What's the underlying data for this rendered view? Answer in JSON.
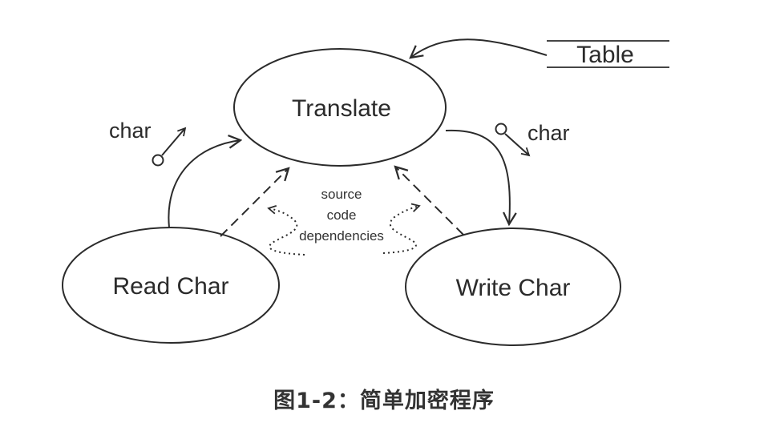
{
  "nodes": {
    "translate": "Translate",
    "read_char": "Read Char",
    "write_char": "Write Char"
  },
  "data_store": {
    "table": "Table"
  },
  "flows": {
    "char_in": "char",
    "char_out": "char"
  },
  "dependency_note": {
    "line1": "source",
    "line2": "code",
    "line3": "dependencies"
  },
  "caption": "图1-2：简单加密程序",
  "colors": {
    "stroke": "#2b2b2b",
    "background": "#ffffff"
  }
}
